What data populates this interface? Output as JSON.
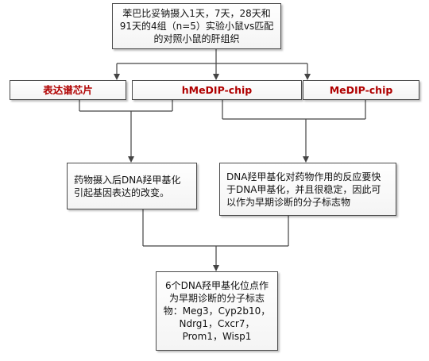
{
  "diagram": {
    "top_box": "苯巴比妥钠摄入1天，7天，28天和91天的4组（n=5）实验小鼠vs匹配的对照小鼠的肝组织",
    "methods": [
      {
        "label": "表达谱芯片",
        "color": "#b00000"
      },
      {
        "label": "hMeDIP-chip",
        "color": "#b00000"
      },
      {
        "label": "MeDIP-chip",
        "color": "#b00000"
      }
    ],
    "finding_left": "药物摄入后DNA羟甲基化引起基因表达的改变。",
    "finding_right": "DNA羟甲基化对药物作用的反应要快于DNA甲基化，并且很稳定，因此可以作为早期诊断的分子标志物",
    "conclusion": "6个DNA羟甲基化位点作为早期诊断的分子标志物：Meg3，Cyp2b10，Ndrg1，Cxcr7，Prom1，Wisp1"
  }
}
